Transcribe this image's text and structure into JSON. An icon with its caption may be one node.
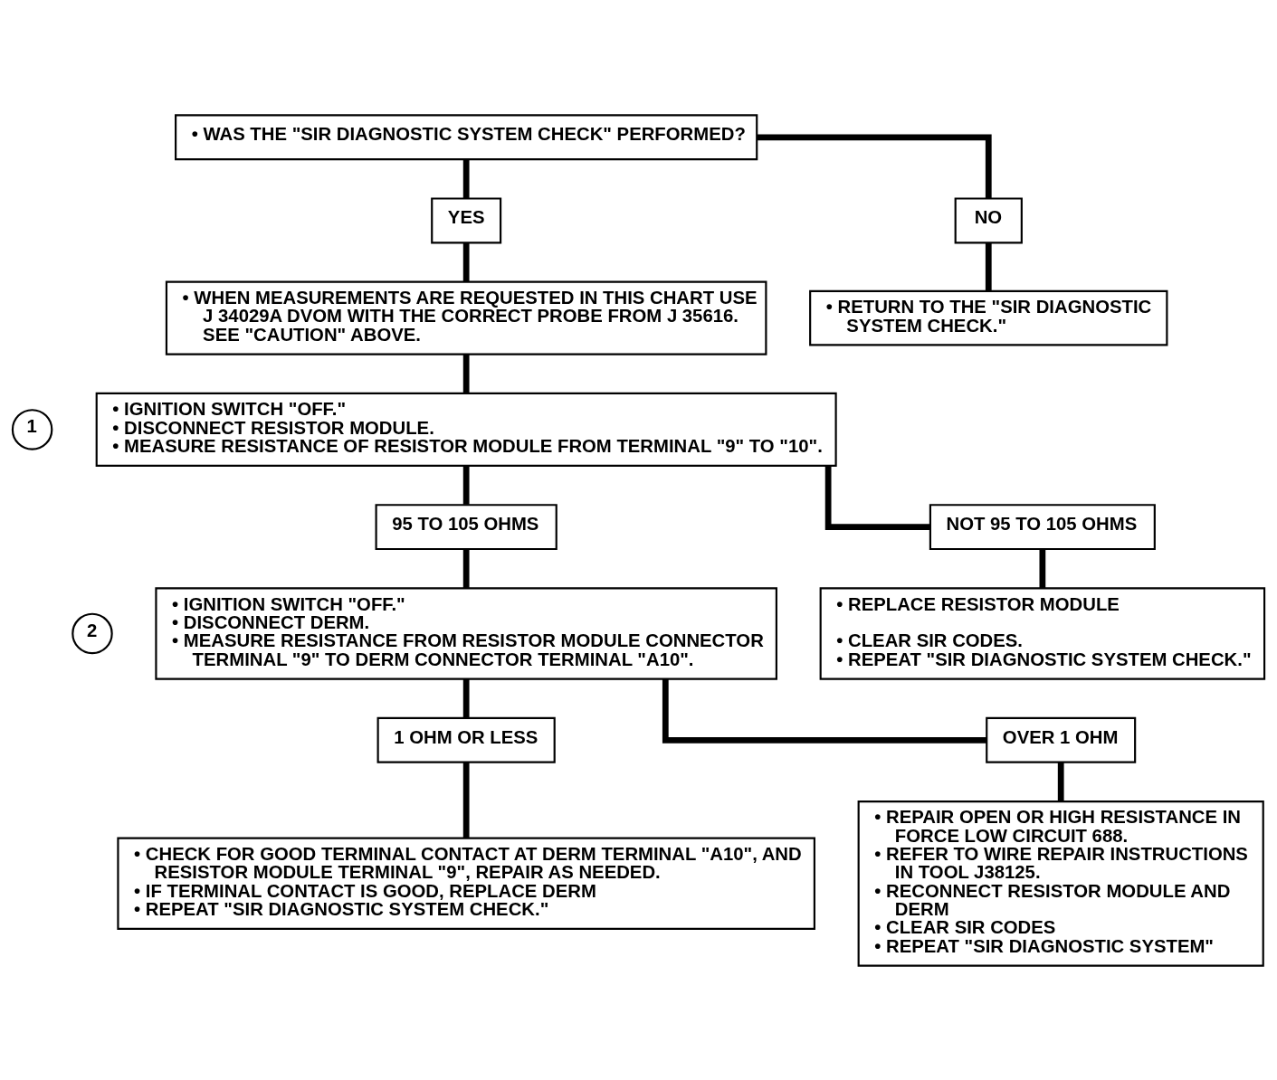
{
  "diagram": {
    "nodes": [
      {
        "text": [
          "• WAS THE \"SIR DIAGNOSTIC SYSTEM CHECK\" PERFORMED?"
        ]
      },
      {
        "text": [
          "YES"
        ]
      },
      {
        "text": [
          "NO"
        ]
      },
      {
        "text": [
          "• WHEN MEASUREMENTS ARE REQUESTED IN THIS CHART USE J 34029A DVOM WITH THE CORRECT PROBE FROM J 35616. SEE \"CAUTION\" ABOVE."
        ]
      },
      {
        "text": [
          "• RETURN TO THE \"SIR DIAGNOSTIC SYSTEM CHECK.\""
        ]
      },
      {
        "text": [
          "1"
        ]
      },
      {
        "text": [
          "• IGNITION SWITCH \"OFF.\"",
          "• DISCONNECT RESISTOR MODULE.",
          "• MEASURE RESISTANCE OF RESISTOR MODULE FROM TERMINAL \"9\" TO \"10\"."
        ]
      },
      {
        "text": [
          "95 TO 105 OHMS"
        ]
      },
      {
        "text": [
          "NOT 95 TO 105 OHMS"
        ]
      },
      {
        "text": [
          "2"
        ]
      },
      {
        "text": [
          "• IGNITION SWITCH \"OFF.\"",
          "• DISCONNECT DERM.",
          "• MEASURE RESISTANCE FROM RESISTOR MODULE CONNECTOR TERMINAL \"9\" TO DERM CONNECTOR TERMINAL \"A10\"."
        ]
      },
      {
        "text": [
          "• REPLACE RESISTOR MODULE",
          "• CLEAR SIR CODES.",
          "• REPEAT \"SIR DIAGNOSTIC SYSTEM CHECK.\""
        ]
      },
      {
        "text": [
          "1 OHM OR LESS"
        ]
      },
      {
        "text": [
          "OVER 1 OHM"
        ]
      },
      {
        "text": [
          "• CHECK FOR GOOD TERMINAL CONTACT AT DERM TERMINAL \"A10\", AND RESISTOR MODULE TERMINAL \"9\", REPAIR AS NEEDED.",
          "• IF TERMINAL CONTACT IS GOOD, REPLACE DERM",
          "• REPEAT \"SIR DIAGNOSTIC SYSTEM CHECK.\""
        ]
      },
      {
        "text": [
          "• REPAIR OPEN OR HIGH RESISTANCE IN FORCE LOW CIRCUIT 688.",
          "• REFER TO WIRE REPAIR INSTRUCTIONS IN TOOL J38125.",
          "• RECONNECT RESISTOR MODULE AND DERM",
          "• CLEAR SIR CODES",
          "• REPEAT \"SIR DIAGNOSTIC SYSTEM\""
        ]
      }
    ],
    "edges": [
      {
        "from": 0,
        "to": 1,
        "arrow": "none"
      },
      {
        "from": 0,
        "to": 2,
        "arrow": "none"
      },
      {
        "from": 1,
        "to": 3,
        "arrow": "none"
      },
      {
        "from": 2,
        "to": 4,
        "arrow": "none"
      },
      {
        "from": 3,
        "to": 6,
        "arrow": "none"
      },
      {
        "from": 6,
        "to": 7,
        "arrow": "none"
      },
      {
        "from": 6,
        "to": 8,
        "arrow": "none"
      },
      {
        "from": 7,
        "to": 10,
        "arrow": "none"
      },
      {
        "from": 8,
        "to": 11,
        "arrow": "none"
      },
      {
        "from": 10,
        "to": 12,
        "arrow": "none"
      },
      {
        "from": 10,
        "to": 13,
        "arrow": "none"
      },
      {
        "from": 12,
        "to": 14,
        "arrow": "none"
      },
      {
        "from": 13,
        "to": 15,
        "arrow": "none"
      }
    ]
  }
}
